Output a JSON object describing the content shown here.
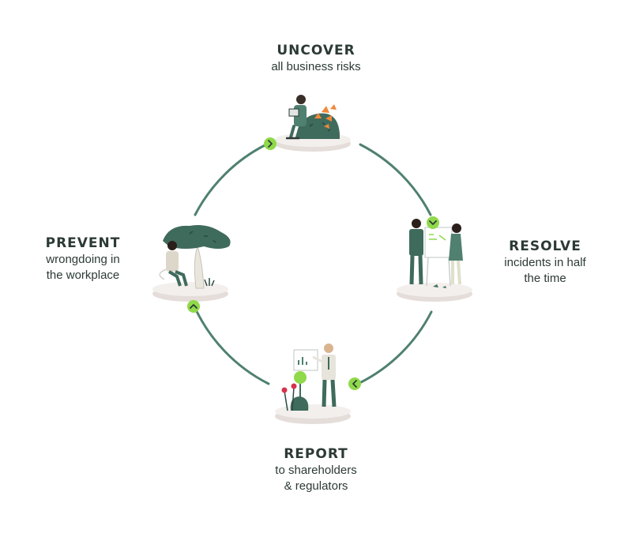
{
  "colors": {
    "ring": "#4f8070",
    "accent": "#8fd94a",
    "dark_green": "#3f6b5c",
    "text": "#2c3a36",
    "platform": "#f1ecea",
    "orange": "#f08a3a",
    "red": "#d8324b"
  },
  "stages": {
    "uncover": {
      "title": "UNCOVER",
      "lines": [
        "all business risks"
      ],
      "arrow_icon": "chevron-right-icon"
    },
    "resolve": {
      "title": "RESOLVE",
      "lines": [
        "incidents in half",
        "the time"
      ],
      "arrow_icon": "chevron-down-icon"
    },
    "report": {
      "title": "REPORT",
      "lines": [
        "to shareholders",
        "& regulators"
      ],
      "arrow_icon": "chevron-left-icon"
    },
    "prevent": {
      "title": "PREVENT",
      "lines": [
        "wrongdoing in",
        "the workplace"
      ],
      "arrow_icon": "chevron-up-icon"
    }
  }
}
